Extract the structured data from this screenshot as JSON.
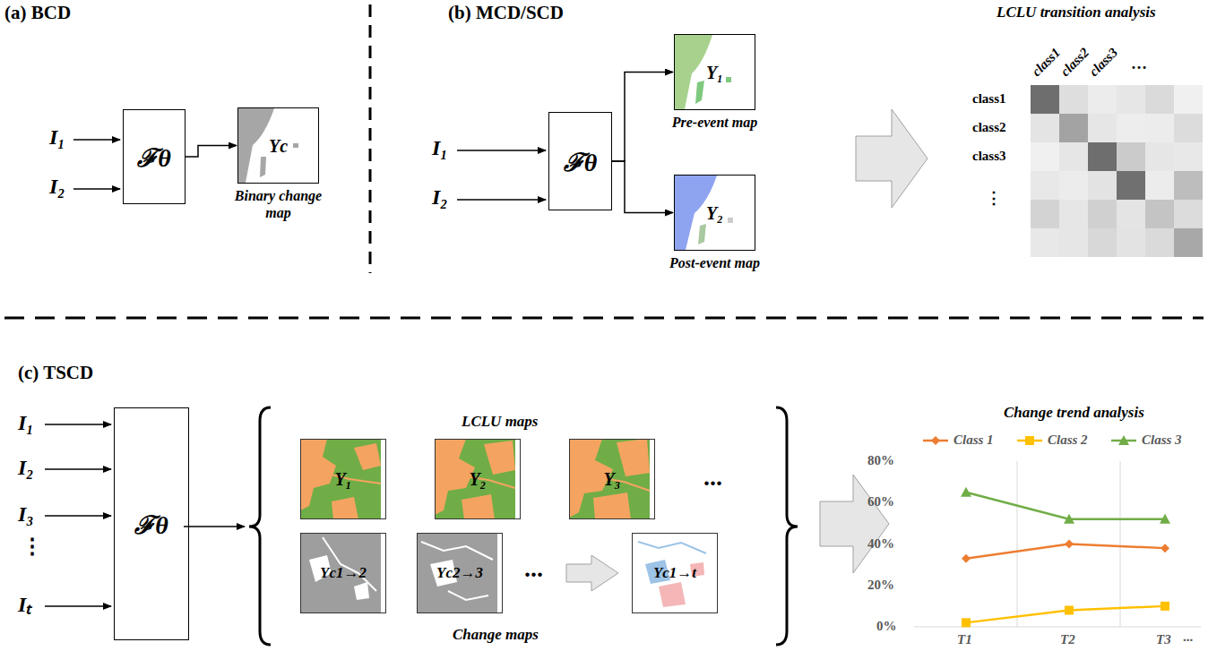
{
  "diagram": {
    "nodes": [
      {
        "text": [
          "ℱθ"
        ]
      },
      {
        "text": [
          "Yc",
          "Binary change map"
        ]
      },
      {
        "text": [
          "ℱθ"
        ]
      },
      {
        "text": [
          "Y₁",
          "Pre-event map"
        ]
      },
      {
        "text": [
          "Y₂",
          "Post-event map"
        ]
      },
      {
        "text": [
          "ℱθ"
        ]
      },
      {
        "text": [
          "Y₁"
        ]
      },
      {
        "text": [
          "Y₂"
        ]
      },
      {
        "text": [
          "Y₃"
        ]
      },
      {
        "text": [
          "Yc1→2"
        ]
      },
      {
        "text": [
          "Yc2→3"
        ]
      },
      {
        "text": [
          "Yc1→t"
        ]
      }
    ],
    "edges": [
      {
        "from": 0,
        "to": 1,
        "arrow": "to"
      },
      {
        "from": 2,
        "to": 3,
        "arrow": "to"
      },
      {
        "from": 2,
        "to": 4,
        "arrow": "to"
      }
    ],
    "labels": [
      "(a) BCD",
      "I₁",
      "I₂",
      "(b) MCD/SCD",
      "I₁",
      "I₂",
      "LCLU transition analysis",
      "class1",
      "class2",
      "class3",
      "…",
      "class1",
      "class2",
      "class3",
      "⋮",
      "(c) TSCD",
      "I₁",
      "I₂",
      "I₃",
      "⋮",
      "Iₜ",
      "LCLU maps",
      "...",
      "Change maps",
      "...",
      "Change trend analysis",
      "80%",
      "60%",
      "40%",
      "20%",
      "0%",
      "T1",
      "T2",
      "T3",
      "..."
    ],
    "legend": [
      {
        "text": "Class 1"
      },
      {
        "text": "Class 2"
      },
      {
        "text": "Class 3"
      }
    ]
  }
}
